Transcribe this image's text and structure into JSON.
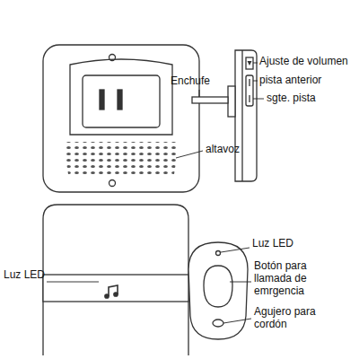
{
  "diagram": {
    "labels": [
      "Ajuste de volumen",
      "pista anterior",
      "Enchufe",
      "sgte. pista",
      "altavoz",
      "Luz LED",
      "Luz LED",
      "Botón para llamada de emrgencia",
      "Agujero para cordón"
    ]
  }
}
